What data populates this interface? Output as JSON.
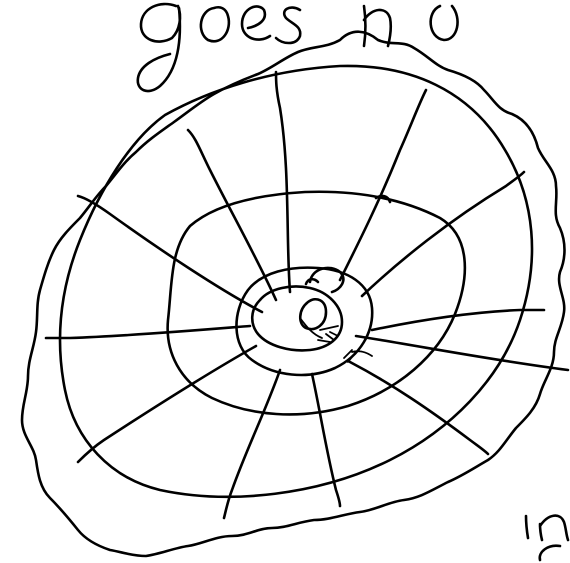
{
  "sketch": {
    "ink_color": "#000000",
    "background_color": "#ffffff",
    "top_handwriting": "goes no",
    "bottom_handwriting_line1": "in",
    "bottom_handwriting_line2": "c"
  }
}
